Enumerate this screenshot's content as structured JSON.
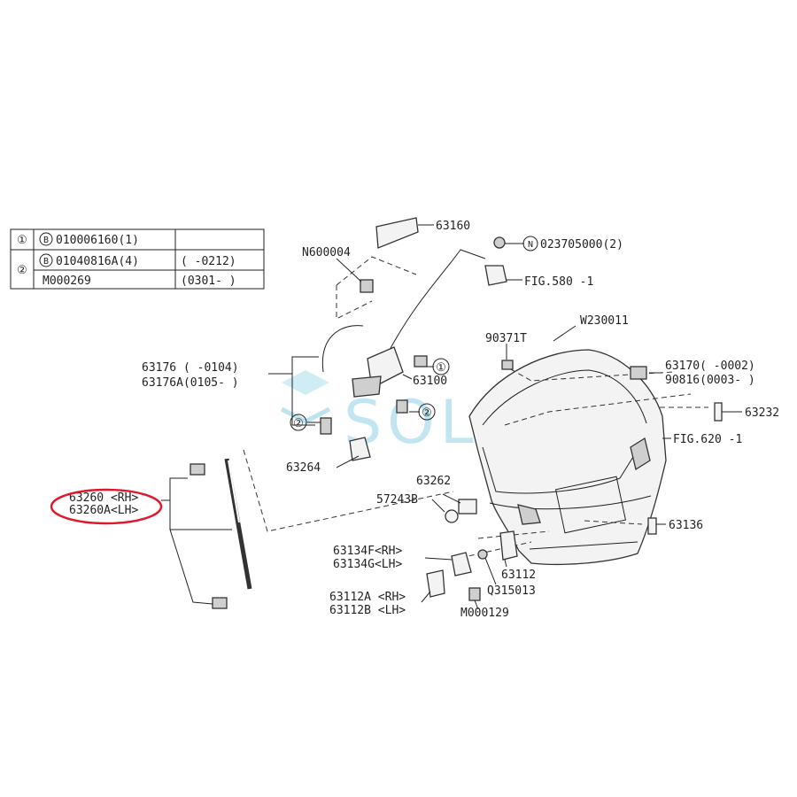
{
  "legend": {
    "row1_num": "①",
    "row1_b": "B",
    "row1_part": "010006160(1)",
    "row2_num": "②",
    "row2_b": "B",
    "row2_part": "01040816A(4)",
    "row2_range": "(  -0212)",
    "row3_part": "M000269",
    "row3_range": "(0301-  )"
  },
  "labels": {
    "p63160": "63160",
    "n600004": "N600004",
    "n_circle": "N",
    "n023705000": "023705000(2)",
    "fig580": "FIG.580 -1",
    "w230011": "W230011",
    "p90371t": "90371T",
    "p63176": "63176 (  -0104)",
    "p63176a": "63176A(0105-  )",
    "c1": "①",
    "p63100": "63100",
    "c2a": "②",
    "c2b": "②",
    "p63170": "63170(  -0002)",
    "p90816": "90816(0003-  )",
    "p63232": "63232",
    "fig620": "FIG.620 -1",
    "p63264": "63264",
    "p63260": "63260 <RH>",
    "p63260a": "63260A<LH>",
    "p63262": "63262",
    "p57243b": "57243B",
    "p63136": "63136",
    "p63134f": "63134F<RH>",
    "p63134g": "63134G<LH>",
    "p63112": "63112",
    "q315013": "Q315013",
    "p63112a": "63112A <RH>",
    "p63112b": "63112B <LH>",
    "m000129": "M000129"
  },
  "watermark": "SOL",
  "highlight_color": "#e0182c"
}
